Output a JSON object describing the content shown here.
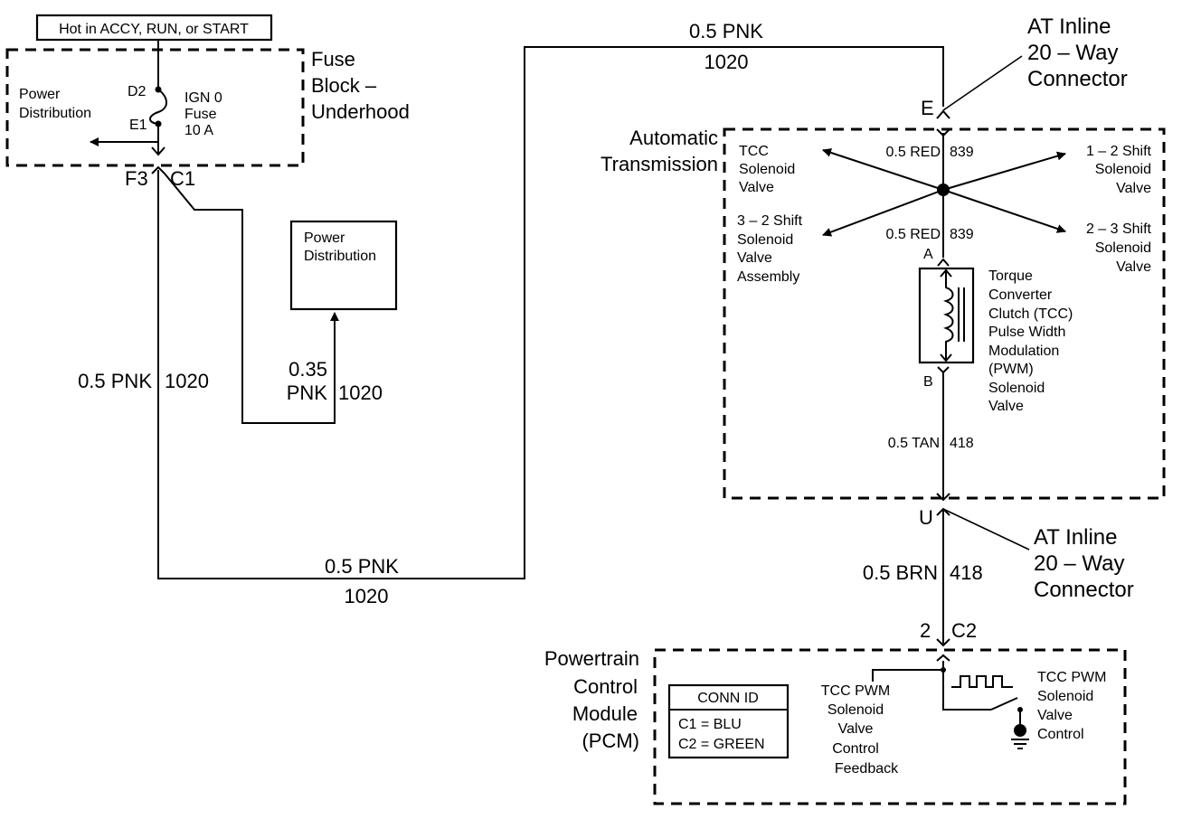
{
  "header_label": "Hot in ACCY, RUN, or START",
  "fuse_block": {
    "title_lines": [
      "Fuse",
      "Block –",
      "Underhood"
    ],
    "power_distribution_lines": [
      "Power",
      "Distribution"
    ],
    "terminal_top": "D2",
    "terminal_bottom": "E1",
    "fuse_lines": [
      "IGN 0",
      "Fuse",
      "10 A"
    ]
  },
  "connectors": {
    "f3": "F3",
    "c1": "C1",
    "e": "E",
    "u": "U",
    "pin2": "2",
    "c2": "C2",
    "a": "A",
    "b": "B"
  },
  "at_inline_top_lines": [
    "AT Inline",
    "20 – Way",
    "Connector"
  ],
  "at_inline_bottom_lines": [
    "AT Inline",
    "20 – Way",
    "Connector"
  ],
  "power_distribution_box_lines": [
    "Power",
    "Distribution"
  ],
  "wires": {
    "left_vertical_color": "0.5 PNK",
    "left_vertical_circuit": "1020",
    "branch_color_lines": [
      "0.35",
      "PNK"
    ],
    "branch_circuit": "1020",
    "bottom_color": "0.5 PNK",
    "bottom_circuit": "1020",
    "top_color": "0.5 PNK",
    "top_circuit": "1020",
    "red_top_color": "0.5 RED",
    "red_top_circuit": "839",
    "red_bottom_color": "0.5 RED",
    "red_bottom_circuit": "839",
    "tan_color": "0.5 TAN",
    "tan_circuit": "418",
    "brn_color": "0.5 BRN",
    "brn_circuit": "418"
  },
  "transmission": {
    "title_lines": [
      "Automatic",
      "Transmission"
    ],
    "tcc_solenoid_lines": [
      "TCC",
      "Solenoid",
      "Valve"
    ],
    "shift_32_lines": [
      "3 – 2 Shift",
      "Solenoid",
      "Valve",
      "Assembly"
    ],
    "shift_12_lines": [
      "1 – 2 Shift",
      "Solenoid",
      "Valve"
    ],
    "shift_23_lines": [
      "2 – 3 Shift",
      "Solenoid",
      "Valve"
    ],
    "pwm_solenoid_lines": [
      "Torque",
      "Converter",
      "Clutch (TCC)",
      "Pulse Width",
      "Modulation",
      "(PWM)",
      "Solenoid",
      "Valve"
    ]
  },
  "pcm": {
    "title_lines": [
      "Powertrain",
      "Control",
      "Module",
      "(PCM)"
    ],
    "conn_id_header": "CONN ID",
    "conn_id_rows": [
      "C1 = BLU",
      "C2 = GREEN"
    ],
    "feedback_lines": [
      "TCC PWM",
      "Solenoid",
      "Valve",
      "Control",
      "Feedback"
    ],
    "control_lines": [
      "TCC PWM",
      "Solenoid",
      "Valve",
      "Control"
    ]
  }
}
